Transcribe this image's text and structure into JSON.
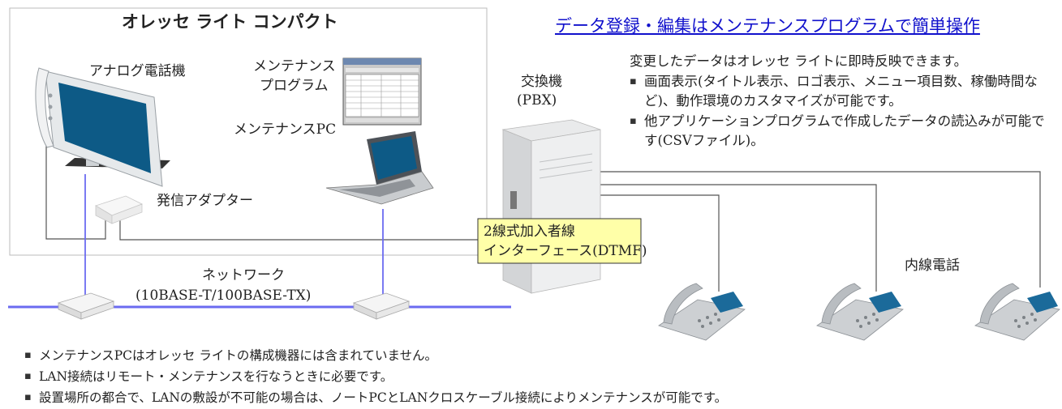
{
  "system_box": {
    "title": "オレッセ ライト コンパクト"
  },
  "labels": {
    "analog_phone": "アナログ電話機",
    "maintenance_program_line1": "メンテナンス",
    "maintenance_program_line2": "プログラム",
    "maintenance_pc": "メンテナンスPC",
    "dialer_adapter": "発信アダプター",
    "pbx_line1": "交換機",
    "pbx_line2": "(PBX)",
    "interface_line1": "2線式加入者線",
    "interface_line2": "インターフェース(DTMF)",
    "network_line1": "ネットワーク",
    "network_line2": "(10BASE-T/100BASE-TX)",
    "extension_phone": "内線電話"
  },
  "headline": "データ登録・編集はメンテナンスプログラムで簡単操作",
  "notes": {
    "intro": "変更したデータはオレッセ ライトに即時反映できます。",
    "bullets": [
      "画面表示(タイトル表示、ロゴ表示、メニュー項目数、稼働時間など)、動作環境のカスタマイズが可能です。",
      "他アプリケーションプログラムで作成したデータの読込みが可能です(CSVファイル)。"
    ]
  },
  "footer_notes": [
    "メンテナンスPCはオレッセ ライトの構成機器には含まれていません。",
    "LAN接続はリモート・メンテナンスを行なうときに必要です。",
    "設置場所の都合で、LANの敷設が不可能の場合は、ノートPCとLANクロスケーブル接続によりメンテナンスが可能です。"
  ],
  "colors": {
    "network_line": "#6b6bf0",
    "link": "#1111cc",
    "screen": "#0d5a86",
    "callout_fill": "#ffffa8",
    "box_border": "#bbbbbb"
  }
}
